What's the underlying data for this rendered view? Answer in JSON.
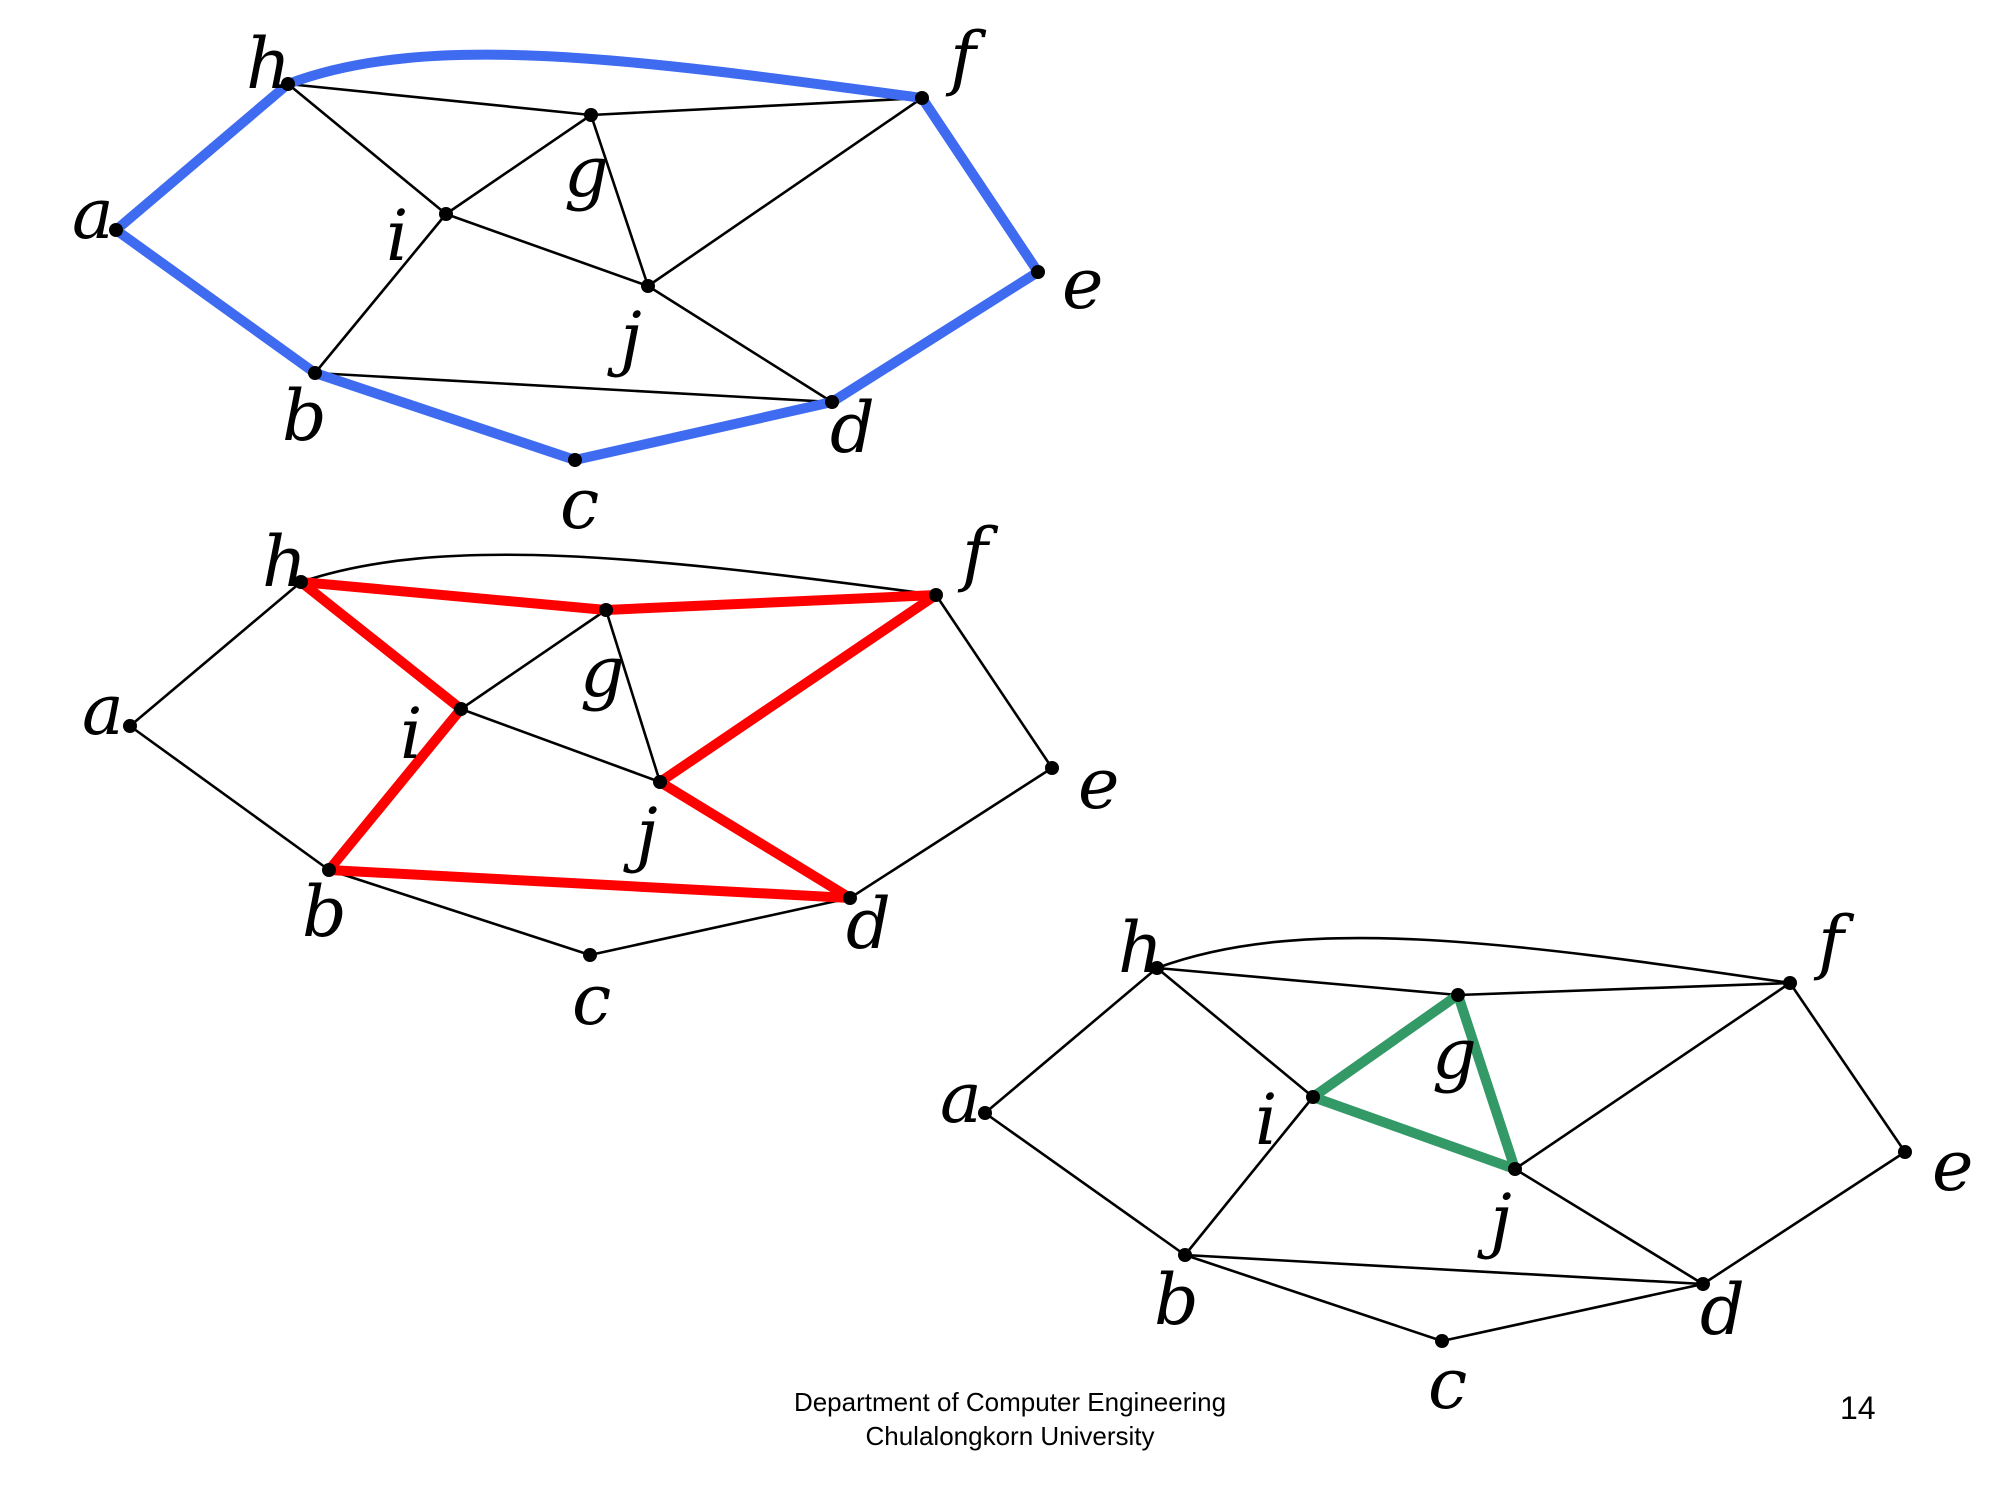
{
  "colors": {
    "edge": "#000000",
    "vertex": "#000000",
    "highlight_blue": "#3F6BF0",
    "highlight_red": "#FF0000",
    "highlight_green": "#339966"
  },
  "graphs": [
    {
      "id": "graph-1",
      "vertices": [
        "a",
        "b",
        "c",
        "d",
        "e",
        "f",
        "g",
        "h",
        "i",
        "j"
      ],
      "edges": [
        [
          "h",
          "g"
        ],
        [
          "g",
          "f"
        ],
        [
          "h",
          "i"
        ],
        [
          "i",
          "g"
        ],
        [
          "g",
          "j"
        ],
        [
          "i",
          "j"
        ],
        [
          "i",
          "b"
        ],
        [
          "f",
          "j"
        ],
        [
          "j",
          "d"
        ],
        [
          "b",
          "d"
        ]
      ],
      "highlighted": {
        "color": "#3F6BF0",
        "edges": [
          [
            "a",
            "h"
          ],
          [
            "h",
            "f"
          ],
          [
            "f",
            "e"
          ],
          [
            "e",
            "d"
          ],
          [
            "d",
            "c"
          ],
          [
            "c",
            "b"
          ],
          [
            "b",
            "a"
          ]
        ]
      }
    },
    {
      "id": "graph-2",
      "vertices": [
        "a",
        "b",
        "c",
        "d",
        "e",
        "f",
        "g",
        "h",
        "i",
        "j"
      ],
      "edges": [
        [
          "a",
          "h"
        ],
        [
          "h",
          "f"
        ],
        [
          "f",
          "e"
        ],
        [
          "e",
          "d"
        ],
        [
          "d",
          "c"
        ],
        [
          "c",
          "b"
        ],
        [
          "b",
          "a"
        ],
        [
          "i",
          "g"
        ],
        [
          "g",
          "j"
        ],
        [
          "i",
          "j"
        ]
      ],
      "highlighted": {
        "color": "#FF0000",
        "edges": [
          [
            "h",
            "g"
          ],
          [
            "g",
            "f"
          ],
          [
            "f",
            "j"
          ],
          [
            "j",
            "d"
          ],
          [
            "d",
            "b"
          ],
          [
            "b",
            "i"
          ],
          [
            "i",
            "h"
          ]
        ]
      }
    },
    {
      "id": "graph-3",
      "vertices": [
        "a",
        "b",
        "c",
        "d",
        "e",
        "f",
        "g",
        "h",
        "i",
        "j"
      ],
      "edges": [
        [
          "a",
          "h"
        ],
        [
          "h",
          "f"
        ],
        [
          "f",
          "e"
        ],
        [
          "e",
          "d"
        ],
        [
          "d",
          "c"
        ],
        [
          "c",
          "b"
        ],
        [
          "b",
          "a"
        ],
        [
          "h",
          "g"
        ],
        [
          "g",
          "f"
        ],
        [
          "h",
          "i"
        ],
        [
          "i",
          "b"
        ],
        [
          "f",
          "j"
        ],
        [
          "j",
          "d"
        ],
        [
          "b",
          "d"
        ]
      ],
      "highlighted": {
        "color": "#339966",
        "edges": [
          [
            "i",
            "g"
          ],
          [
            "g",
            "j"
          ],
          [
            "j",
            "i"
          ]
        ]
      }
    }
  ],
  "footer": {
    "line1": "Department of Computer Engineering",
    "line2": "Chulalongkorn University"
  },
  "page_number": "14"
}
